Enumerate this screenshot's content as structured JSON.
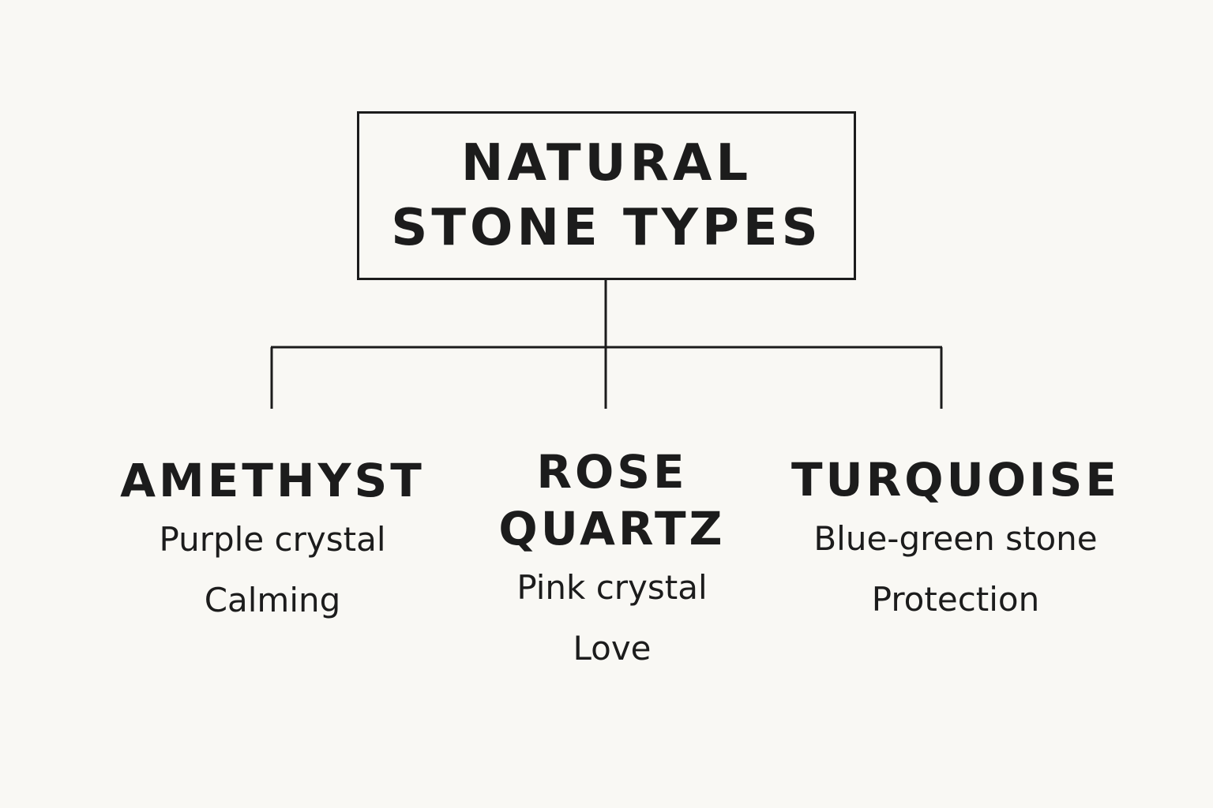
{
  "root": {
    "title_line1": "NATURAL",
    "title_line2": "STONE TYPES"
  },
  "branches": [
    {
      "title_line1": "AMETHYST",
      "title_line2": "",
      "details": [
        "Purple crystal",
        "Calming"
      ]
    },
    {
      "title_line1": "ROSE",
      "title_line2": "QUARTZ",
      "details": [
        "Pink crystal",
        "Love"
      ]
    },
    {
      "title_line1": "TURQUOISE",
      "title_line2": "",
      "details": [
        "Blue-green stone",
        "Protection"
      ]
    }
  ],
  "colors": {
    "background": "#f9f8f4",
    "ink": "#1c1c1c"
  }
}
